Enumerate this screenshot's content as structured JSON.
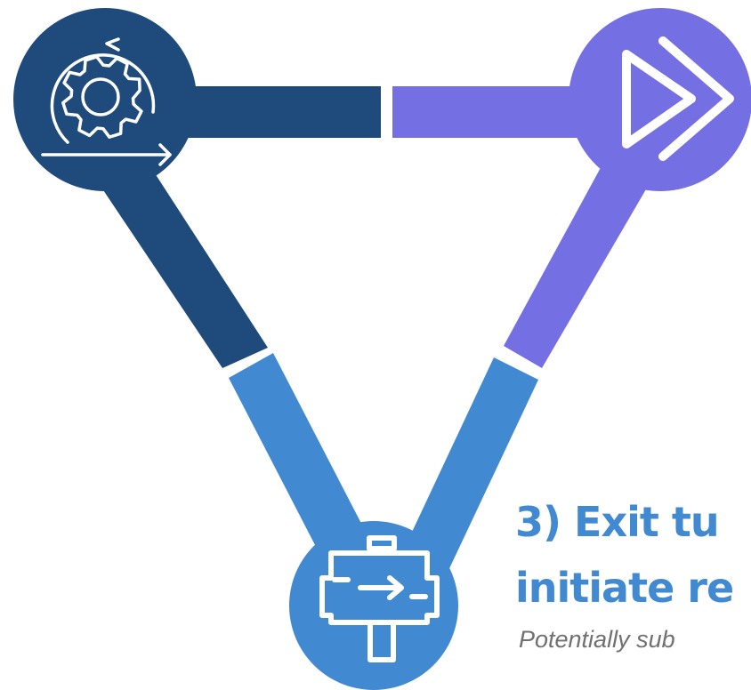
{
  "nodes": [
    {
      "id": "continuous-cycle",
      "icon": "gear-cycle-icon",
      "color": "#1f4a7c"
    },
    {
      "id": "fast-forward",
      "icon": "fast-forward-icon",
      "color": "#7470e3"
    },
    {
      "id": "exit",
      "icon": "exit-signpost-icon",
      "color": "#4189d1"
    }
  ],
  "callout": {
    "title_line_1": "3) Exit tu",
    "title_line_2": "initiate re",
    "subtitle": "Potentially sub"
  },
  "colors": {
    "navy": "#1f4a7c",
    "purple": "#7470e3",
    "blue": "#4189d1",
    "subtitle_gray": "#707070"
  }
}
